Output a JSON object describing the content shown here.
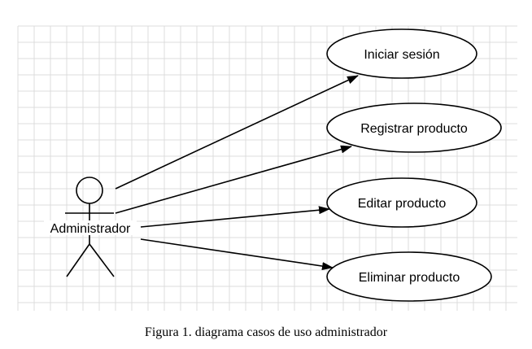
{
  "diagram": {
    "actor": {
      "label": "Administrador"
    },
    "use_cases": [
      {
        "label": "Iniciar sesión"
      },
      {
        "label": "Registrar producto"
      },
      {
        "label": "Editar producto"
      },
      {
        "label": "Eliminar producto"
      }
    ],
    "colors": {
      "grid": "#dcdcdc",
      "stroke": "#000000",
      "background": "#ffffff"
    }
  },
  "caption": "Figura 1. diagrama casos de uso administrador"
}
